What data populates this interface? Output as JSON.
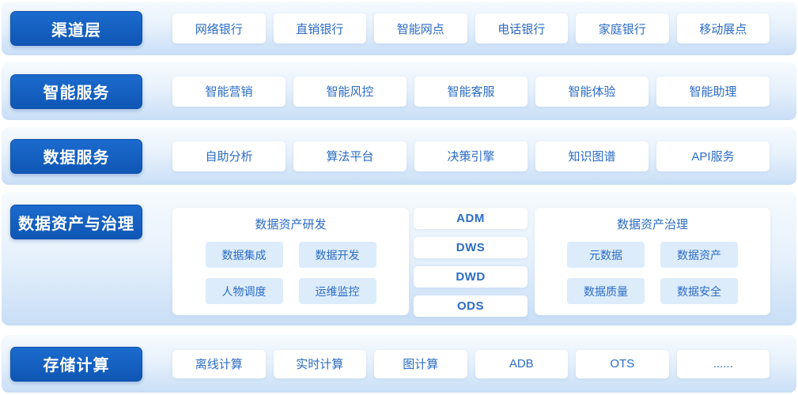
{
  "colors": {
    "accent_dark_blue": "#1460c0",
    "band_gradient_top": "#f5fafe",
    "band_gradient_bottom": "#c8def6",
    "node_text_blue": "#2b6cc6",
    "chip_background": "#ddecfb"
  },
  "layers": [
    {
      "label": "渠道层",
      "items": [
        "网络银行",
        "直销银行",
        "智能网点",
        "电话银行",
        "家庭银行",
        "移动展点"
      ]
    },
    {
      "label": "智能服务",
      "items": [
        "智能营销",
        "智能风控",
        "智能客服",
        "智能体验",
        "智能助理"
      ]
    },
    {
      "label": "数据服务",
      "items": [
        "自助分析",
        "算法平台",
        "决策引擎",
        "知识图谱",
        "API服务"
      ]
    },
    {
      "label": "数据资产与治理",
      "dev_panel": {
        "title": "数据资产研发",
        "chips": [
          "数据集成",
          "数据开发",
          "人物调度",
          "运维监控"
        ]
      },
      "warehouse_layers": [
        "ADM",
        "DWS",
        "DWD",
        "ODS"
      ],
      "governance_panel": {
        "title": "数据资产治理",
        "chips": [
          "元数据",
          "数据资产",
          "数据质量",
          "数据安全"
        ]
      }
    },
    {
      "label": "存储计算",
      "items": [
        "离线计算",
        "实时计算",
        "图计算",
        "ADB",
        "OTS",
        "......"
      ]
    }
  ]
}
